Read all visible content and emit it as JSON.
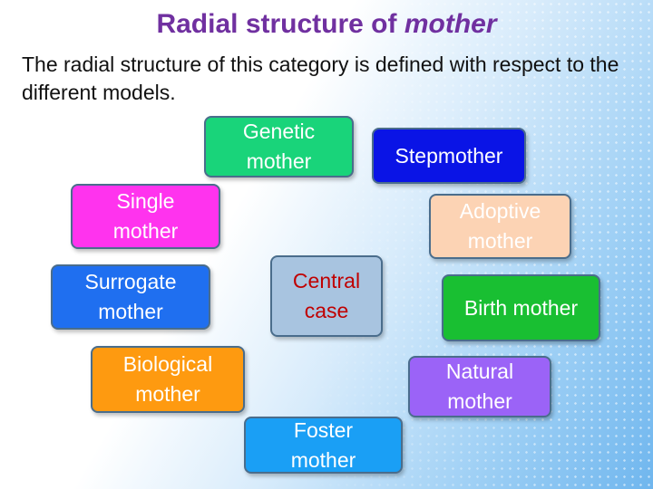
{
  "title": {
    "text": "Radial structure of ",
    "emphasis": "mother"
  },
  "intro": "The radial structure of this category is defined with respect to the different models.",
  "nodes": {
    "central": {
      "label": "Central\ncase",
      "color": "#a8c4e0",
      "text_color": "#c00000"
    },
    "genetic": {
      "label": "Genetic\nmother",
      "color": "#19d47a",
      "text_color": "#ffffff"
    },
    "stepmother": {
      "label": "Stepmother",
      "color": "#0a14e6",
      "text_color": "#ffffff"
    },
    "single": {
      "label": "Single\nmother",
      "color": "#ff33ee",
      "text_color": "#ffffff"
    },
    "adoptive": {
      "label": "Adoptive\nmother",
      "color": "#fcd3b4",
      "text_color": "#ffffff"
    },
    "surrogate": {
      "label": "Surrogate\nmother",
      "color": "#1f6ff0",
      "text_color": "#ffffff"
    },
    "birth": {
      "label": "Birth mother",
      "color": "#19bf32",
      "text_color": "#ffffff"
    },
    "biological": {
      "label": "Biological\nmother",
      "color": "#fe9a10",
      "text_color": "#ffffff"
    },
    "natural": {
      "label": "Natural\nmother",
      "color": "#9b63f7",
      "text_color": "#ffffff"
    },
    "foster": {
      "label": "Foster\nmother",
      "color": "#1a9ff5",
      "text_color": "#ffffff"
    }
  }
}
